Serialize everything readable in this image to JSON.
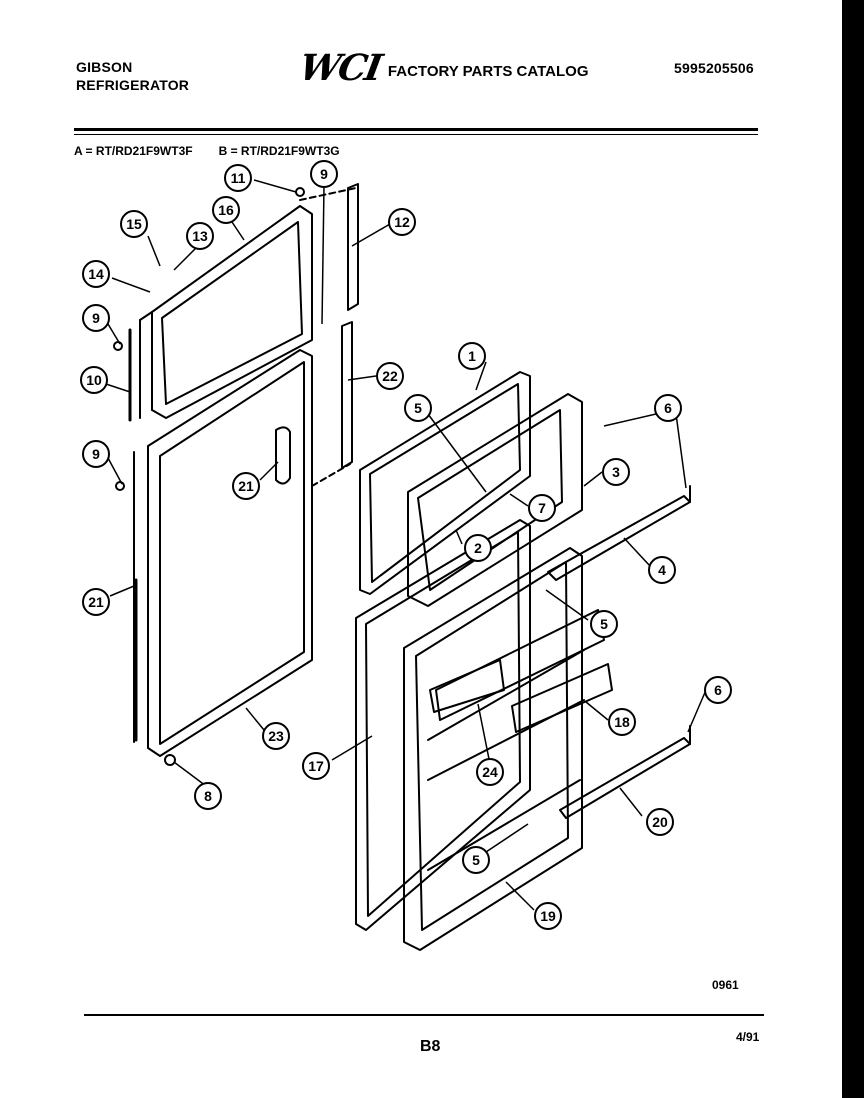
{
  "header": {
    "brand": "GIBSON",
    "product": "REFRIGERATOR",
    "logo": "WCI",
    "catalog_title": "FACTORY PARTS CATALOG",
    "part_number": "5995205506"
  },
  "models": {
    "a": "A = RT/RD21F9WT3F",
    "b": "B = RT/RD21F9WT3G"
  },
  "callouts": [
    "11",
    "9",
    "12",
    "15",
    "16",
    "13",
    "14",
    "9",
    "10",
    "1",
    "22",
    "5",
    "6",
    "3",
    "9",
    "7",
    "21",
    "2",
    "4",
    "21",
    "5",
    "6",
    "18",
    "23",
    "17",
    "24",
    "20",
    "8",
    "5",
    "19"
  ],
  "footer": {
    "code": "0961",
    "page": "B8",
    "date": "4/91"
  }
}
